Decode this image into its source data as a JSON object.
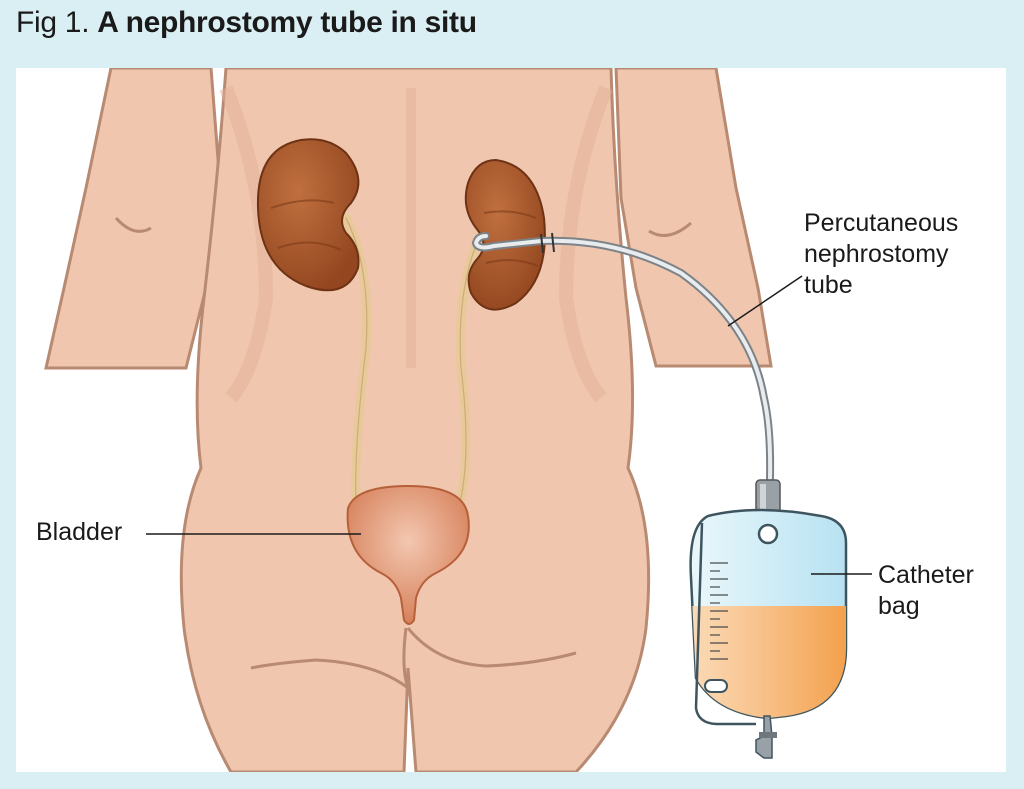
{
  "figure": {
    "prefix": "Fig 1.",
    "title": "A nephrostomy tube in situ"
  },
  "labels": {
    "tube": [
      "Percutaneous",
      "nephrostomy",
      "tube"
    ],
    "bladder": "Bladder",
    "bag": [
      "Catheter",
      "bag"
    ]
  },
  "colors": {
    "background": "#daeff3",
    "skin": "#f0c6ae",
    "skin_outline": "#b98a72",
    "kidney": "#a5542a",
    "ureter": "#e8c99a",
    "bladder": "#d47d55",
    "urine": "#f5a14a",
    "bag_tint": "#bfe6f3"
  }
}
